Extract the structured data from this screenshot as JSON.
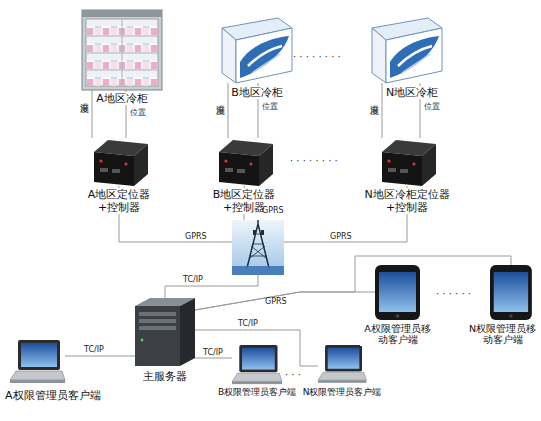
{
  "diagram": {
    "nodes": [
      {
        "text": [
          "A地区冷柜"
        ]
      },
      {
        "text": [
          "B地区冷柜"
        ]
      },
      {
        "text": [
          "N地区冷柜"
        ]
      },
      {
        "text": [
          "A地区定位器+控制器"
        ]
      },
      {
        "text": [
          "B地区定位器+控制器"
        ]
      },
      {
        "text": [
          "N地区冷柜定位器+控制器"
        ]
      },
      {
        "text": []
      },
      {
        "text": [
          "主服务器"
        ]
      },
      {
        "text": [
          "A权限管理员客户端"
        ]
      },
      {
        "text": [
          "B权限管理员客户端"
        ]
      },
      {
        "text": [
          "N权限管理员客户端"
        ]
      },
      {
        "text": [
          "A权限管理员移动客户端"
        ]
      },
      {
        "text": [
          "N权限管理员移动客户端"
        ]
      }
    ],
    "edges": [
      {
        "from": 0,
        "to": 3,
        "label": "温度",
        "arrow": "none"
      },
      {
        "from": 0,
        "to": 3,
        "label": "位置",
        "arrow": "none"
      },
      {
        "from": 1,
        "to": 4,
        "label": "温度",
        "arrow": "none"
      },
      {
        "from": 1,
        "to": 4,
        "label": "位置",
        "arrow": "none"
      },
      {
        "from": 2,
        "to": 5,
        "label": "温度",
        "arrow": "none"
      },
      {
        "from": 2,
        "to": 5,
        "label": "位置",
        "arrow": "none"
      },
      {
        "from": 3,
        "to": 6,
        "label": "GPRS",
        "arrow": "none"
      },
      {
        "from": 4,
        "to": 6,
        "label": "GPRS",
        "arrow": "none"
      },
      {
        "from": 5,
        "to": 6,
        "label": "GPRS",
        "arrow": "none"
      },
      {
        "from": 6,
        "to": 7,
        "label": "TC/IP",
        "arrow": "none"
      },
      {
        "from": 7,
        "to": 8,
        "label": "TC/IP",
        "arrow": "none"
      },
      {
        "from": 7,
        "to": 9,
        "label": "TC/IP",
        "arrow": "none"
      },
      {
        "from": 7,
        "to": 10,
        "label": "TC/IP",
        "arrow": "none"
      },
      {
        "from": 7,
        "to": 11,
        "label": "GPRS",
        "arrow": "none"
      },
      {
        "from": 7,
        "to": 12,
        "arrow": "none"
      }
    ],
    "labels": [
      "· · · · · · · ·",
      "· · · · · · · ·",
      "· · · · · ·",
      "· · ·"
    ]
  }
}
